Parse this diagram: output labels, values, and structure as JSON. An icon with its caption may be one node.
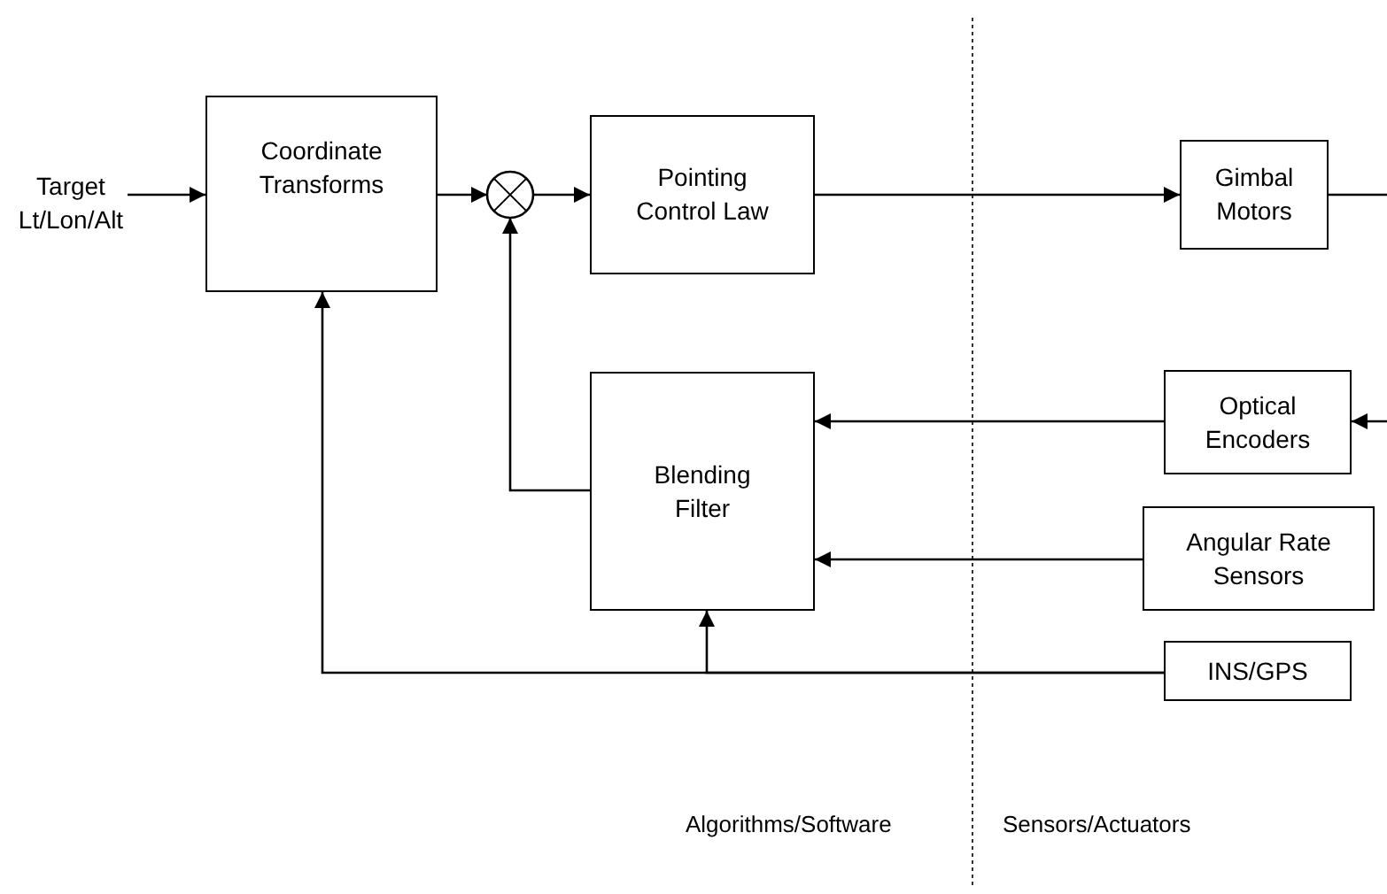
{
  "diagram": {
    "nodes": [
      {
        "text": [
          "Target Lt/Lon/Alt"
        ]
      },
      {
        "text": [
          "Coordinate Transforms"
        ]
      },
      {
        "text": [],
        "shape": "circle"
      },
      {
        "text": [
          "Pointing Control Law"
        ]
      },
      {
        "text": [
          "Gimbal Motors"
        ]
      },
      {
        "text": [
          "Optical Encoders"
        ]
      },
      {
        "text": [
          "Angular Rate Sensors"
        ]
      },
      {
        "text": [
          "Blending Filter"
        ]
      },
      {
        "text": [
          "INS/GPS"
        ]
      }
    ],
    "edges": [
      {
        "from": 0,
        "to": 1,
        "arrow": "to"
      },
      {
        "from": 1,
        "to": 2,
        "arrow": "to"
      },
      {
        "from": 2,
        "to": 3,
        "arrow": "to"
      },
      {
        "from": 3,
        "to": 4,
        "arrow": "to"
      },
      {
        "from": 4,
        "to": null,
        "arrow": "none"
      },
      {
        "from": null,
        "to": 5,
        "arrow": "to"
      },
      {
        "from": 5,
        "to": 7,
        "arrow": "to"
      },
      {
        "from": 6,
        "to": 7,
        "arrow": "to"
      },
      {
        "from": 7,
        "to": 2,
        "arrow": "to"
      },
      {
        "from": 8,
        "to": 7,
        "arrow": "to"
      },
      {
        "from": 8,
        "to": 1,
        "arrow": "to"
      }
    ],
    "labels": [
      "Algorithms/Software",
      "Sensors/Actuators"
    ]
  }
}
